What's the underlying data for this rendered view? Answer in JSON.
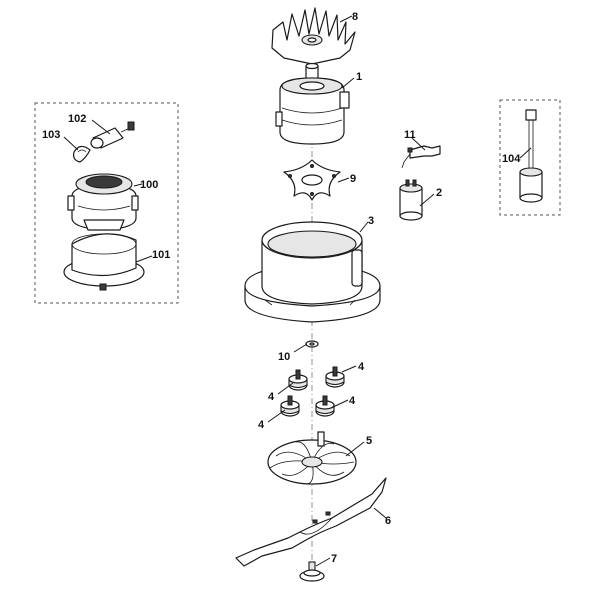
{
  "callouts": [
    {
      "id": "p1",
      "text": "1"
    },
    {
      "id": "p2",
      "text": "2"
    },
    {
      "id": "p3",
      "text": "3"
    },
    {
      "id": "p4a",
      "text": "4"
    },
    {
      "id": "p4b",
      "text": "4"
    },
    {
      "id": "p4c",
      "text": "4"
    },
    {
      "id": "p4d",
      "text": "4"
    },
    {
      "id": "p5",
      "text": "5"
    },
    {
      "id": "p6",
      "text": "6"
    },
    {
      "id": "p7",
      "text": "7"
    },
    {
      "id": "p8",
      "text": "8"
    },
    {
      "id": "p9",
      "text": "9"
    },
    {
      "id": "p10",
      "text": "10"
    },
    {
      "id": "p11",
      "text": "11"
    },
    {
      "id": "p100",
      "text": "100"
    },
    {
      "id": "p101",
      "text": "101"
    },
    {
      "id": "p102",
      "text": "102"
    },
    {
      "id": "p103",
      "text": "103"
    },
    {
      "id": "p104",
      "text": "104"
    }
  ],
  "colors": {
    "line": "#1a1a1a",
    "background": "#ffffff",
    "shade": "#e6e6e6"
  }
}
